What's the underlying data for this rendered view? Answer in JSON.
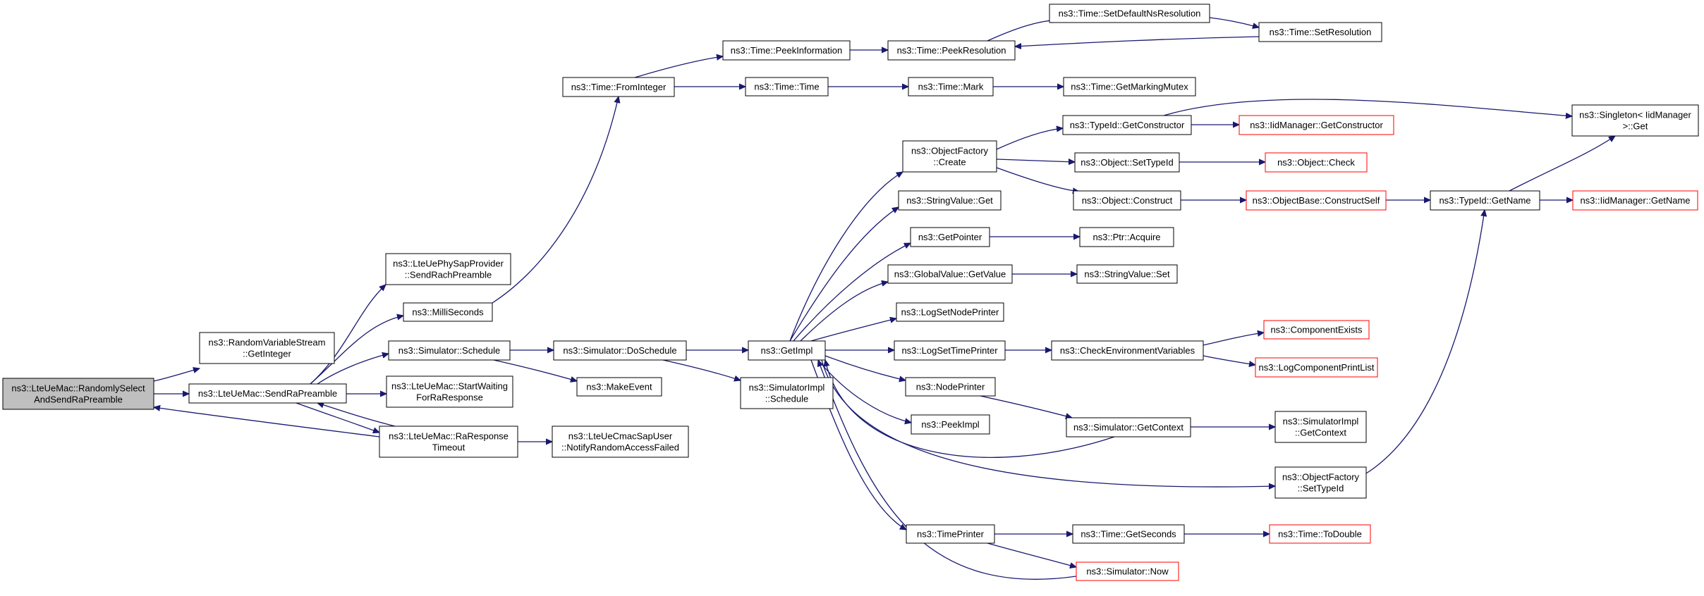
{
  "colors": {
    "edge": "#191970",
    "node_border": "#000000",
    "node_border_truncated": "#ff0000",
    "node_fill": "#ffffff",
    "root_fill": "#bfbfbf"
  },
  "nodes": [
    {
      "id": "root",
      "lines": [
        "ns3::LteUeMac::RandomlySelect",
        "AndSendRaPreamble"
      ],
      "style": "root"
    },
    {
      "id": "rvs_getinteger",
      "lines": [
        "ns3::RandomVariableStream",
        "::GetInteger"
      ],
      "style": "normal"
    },
    {
      "id": "sendrapreamble",
      "lines": [
        "ns3::LteUeMac::SendRaPreamble"
      ],
      "style": "normal"
    },
    {
      "id": "phy_sendrach",
      "lines": [
        "ns3::LteUePhySapProvider",
        "::SendRachPreamble"
      ],
      "style": "normal"
    },
    {
      "id": "milliseconds",
      "lines": [
        "ns3::MilliSeconds"
      ],
      "style": "normal"
    },
    {
      "id": "sim_schedule",
      "lines": [
        "ns3::Simulator::Schedule"
      ],
      "style": "normal"
    },
    {
      "id": "startwaiting",
      "lines": [
        "ns3::LteUeMac::StartWaiting",
        "ForRaResponse"
      ],
      "style": "normal"
    },
    {
      "id": "raresponse",
      "lines": [
        "ns3::LteUeMac::RaResponse",
        "Timeout"
      ],
      "style": "normal"
    },
    {
      "id": "notifyrafailed",
      "lines": [
        "ns3::LteUeCmacSapUser",
        "::NotifyRandomAccessFailed"
      ],
      "style": "normal"
    },
    {
      "id": "doschedule",
      "lines": [
        "ns3::Simulator::DoSchedule"
      ],
      "style": "normal"
    },
    {
      "id": "makeevent",
      "lines": [
        "ns3::MakeEvent"
      ],
      "style": "normal"
    },
    {
      "id": "fromint",
      "lines": [
        "ns3::Time::FromInteger"
      ],
      "style": "normal"
    },
    {
      "id": "getimpl",
      "lines": [
        "ns3::GetImpl"
      ],
      "style": "normal"
    },
    {
      "id": "simimpl_schedule",
      "lines": [
        "ns3::SimulatorImpl",
        "::Schedule"
      ],
      "style": "normal"
    },
    {
      "id": "peekinfo",
      "lines": [
        "ns3::Time::PeekInformation"
      ],
      "style": "normal"
    },
    {
      "id": "timetime",
      "lines": [
        "ns3::Time::Time"
      ],
      "style": "normal"
    },
    {
      "id": "peekres",
      "lines": [
        "ns3::Time::PeekResolution"
      ],
      "style": "normal"
    },
    {
      "id": "mark",
      "lines": [
        "ns3::Time::Mark"
      ],
      "style": "normal"
    },
    {
      "id": "setdefaultns",
      "lines": [
        "ns3::Time::SetDefaultNsResolution"
      ],
      "style": "normal"
    },
    {
      "id": "setres",
      "lines": [
        "ns3::Time::SetResolution"
      ],
      "style": "normal"
    },
    {
      "id": "markingmutex",
      "lines": [
        "ns3::Time::GetMarkingMutex"
      ],
      "style": "normal"
    },
    {
      "id": "of_create",
      "lines": [
        "ns3::ObjectFactory",
        "::Create"
      ],
      "style": "normal"
    },
    {
      "id": "stringvalue_get",
      "lines": [
        "ns3::StringValue::Get"
      ],
      "style": "normal"
    },
    {
      "id": "getpointer",
      "lines": [
        "ns3::GetPointer"
      ],
      "style": "normal"
    },
    {
      "id": "gv_getvalue",
      "lines": [
        "ns3::GlobalValue::GetValue"
      ],
      "style": "normal"
    },
    {
      "id": "logsetnodeprinter",
      "lines": [
        "ns3::LogSetNodePrinter"
      ],
      "style": "normal"
    },
    {
      "id": "logsettimeprinter",
      "lines": [
        "ns3::LogSetTimePrinter"
      ],
      "style": "normal"
    },
    {
      "id": "nodeprinter",
      "lines": [
        "ns3::NodePrinter"
      ],
      "style": "normal"
    },
    {
      "id": "peekimpl",
      "lines": [
        "ns3::PeekImpl"
      ],
      "style": "normal"
    },
    {
      "id": "timeprinter",
      "lines": [
        "ns3::TimePrinter"
      ],
      "style": "normal"
    },
    {
      "id": "typeid_getconstructor",
      "lines": [
        "ns3::TypeId::GetConstructor"
      ],
      "style": "normal"
    },
    {
      "id": "iid_getconstructor",
      "lines": [
        "ns3::IidManager::GetConstructor"
      ],
      "style": "truncated"
    },
    {
      "id": "obj_settypeid",
      "lines": [
        "ns3::Object::SetTypeId"
      ],
      "style": "normal"
    },
    {
      "id": "obj_check",
      "lines": [
        "ns3::Object::Check"
      ],
      "style": "truncated"
    },
    {
      "id": "obj_construct",
      "lines": [
        "ns3::Object::Construct"
      ],
      "style": "normal"
    },
    {
      "id": "objbase_constructself",
      "lines": [
        "ns3::ObjectBase::ConstructSelf"
      ],
      "style": "truncated"
    },
    {
      "id": "ptr_acquire",
      "lines": [
        "ns3::Ptr::Acquire"
      ],
      "style": "normal"
    },
    {
      "id": "stringvalue_set",
      "lines": [
        "ns3::StringValue::Set"
      ],
      "style": "normal"
    },
    {
      "id": "checkenv",
      "lines": [
        "ns3::CheckEnvironmentVariables"
      ],
      "style": "normal"
    },
    {
      "id": "componentexists",
      "lines": [
        "ns3::ComponentExists"
      ],
      "style": "truncated"
    },
    {
      "id": "logcomponentprintlist",
      "lines": [
        "ns3::LogComponentPrintList"
      ],
      "style": "truncated"
    },
    {
      "id": "sim_getcontext",
      "lines": [
        "ns3::Simulator::GetContext"
      ],
      "style": "normal"
    },
    {
      "id": "simimpl_getcontext",
      "lines": [
        "ns3::SimulatorImpl",
        "::GetContext"
      ],
      "style": "normal"
    },
    {
      "id": "of_settypeid",
      "lines": [
        "ns3::ObjectFactory",
        "::SetTypeId"
      ],
      "style": "normal"
    },
    {
      "id": "time_getseconds",
      "lines": [
        "ns3::Time::GetSeconds"
      ],
      "style": "normal"
    },
    {
      "id": "time_todouble",
      "lines": [
        "ns3::Time::ToDouble"
      ],
      "style": "truncated"
    },
    {
      "id": "sim_now",
      "lines": [
        "ns3::Simulator::Now"
      ],
      "style": "truncated"
    },
    {
      "id": "singleton_get",
      "lines": [
        "ns3::Singleton< IidManager",
        " >::Get"
      ],
      "style": "normal"
    },
    {
      "id": "typeid_getname",
      "lines": [
        "ns3::TypeId::GetName"
      ],
      "style": "normal"
    },
    {
      "id": "iid_getname",
      "lines": [
        "ns3::IidManager::GetName"
      ],
      "style": "truncated"
    }
  ],
  "edges": [
    [
      "root",
      "rvs_getinteger"
    ],
    [
      "root",
      "sendrapreamble"
    ],
    [
      "sendrapreamble",
      "phy_sendrach"
    ],
    [
      "sendrapreamble",
      "milliseconds"
    ],
    [
      "sendrapreamble",
      "sim_schedule"
    ],
    [
      "sendrapreamble",
      "startwaiting"
    ],
    [
      "sendrapreamble",
      "raresponse"
    ],
    [
      "raresponse",
      "sendrapreamble"
    ],
    [
      "raresponse",
      "root"
    ],
    [
      "raresponse",
      "notifyrafailed"
    ],
    [
      "milliseconds",
      "fromint"
    ],
    [
      "sim_schedule",
      "doschedule"
    ],
    [
      "sim_schedule",
      "makeevent"
    ],
    [
      "doschedule",
      "getimpl"
    ],
    [
      "doschedule",
      "simimpl_schedule"
    ],
    [
      "fromint",
      "peekinfo"
    ],
    [
      "fromint",
      "timetime"
    ],
    [
      "peekinfo",
      "peekres"
    ],
    [
      "timetime",
      "mark"
    ],
    [
      "peekres",
      "setdefaultns"
    ],
    [
      "setdefaultns",
      "setres"
    ],
    [
      "setres",
      "peekres"
    ],
    [
      "mark",
      "markingmutex"
    ],
    [
      "getimpl",
      "of_create"
    ],
    [
      "getimpl",
      "stringvalue_get"
    ],
    [
      "getimpl",
      "getpointer"
    ],
    [
      "getimpl",
      "gv_getvalue"
    ],
    [
      "getimpl",
      "logsetnodeprinter"
    ],
    [
      "getimpl",
      "logsettimeprinter"
    ],
    [
      "getimpl",
      "nodeprinter"
    ],
    [
      "getimpl",
      "peekimpl"
    ],
    [
      "getimpl",
      "timeprinter"
    ],
    [
      "getimpl",
      "of_settypeid"
    ],
    [
      "sim_getcontext",
      "getimpl"
    ],
    [
      "sim_now",
      "getimpl"
    ],
    [
      "of_create",
      "typeid_getconstructor"
    ],
    [
      "of_create",
      "obj_settypeid"
    ],
    [
      "of_create",
      "obj_construct"
    ],
    [
      "typeid_getconstructor",
      "iid_getconstructor"
    ],
    [
      "typeid_getconstructor",
      "singleton_get"
    ],
    [
      "obj_settypeid",
      "obj_check"
    ],
    [
      "obj_construct",
      "objbase_constructself"
    ],
    [
      "objbase_constructself",
      "typeid_getname"
    ],
    [
      "typeid_getname",
      "singleton_get"
    ],
    [
      "typeid_getname",
      "iid_getname"
    ],
    [
      "getpointer",
      "ptr_acquire"
    ],
    [
      "gv_getvalue",
      "stringvalue_set"
    ],
    [
      "logsettimeprinter",
      "checkenv"
    ],
    [
      "checkenv",
      "componentexists"
    ],
    [
      "checkenv",
      "logcomponentprintlist"
    ],
    [
      "nodeprinter",
      "sim_getcontext"
    ],
    [
      "sim_getcontext",
      "simimpl_getcontext"
    ],
    [
      "of_settypeid",
      "typeid_getname"
    ],
    [
      "timeprinter",
      "time_getseconds"
    ],
    [
      "timeprinter",
      "sim_now"
    ],
    [
      "time_getseconds",
      "time_todouble"
    ]
  ]
}
